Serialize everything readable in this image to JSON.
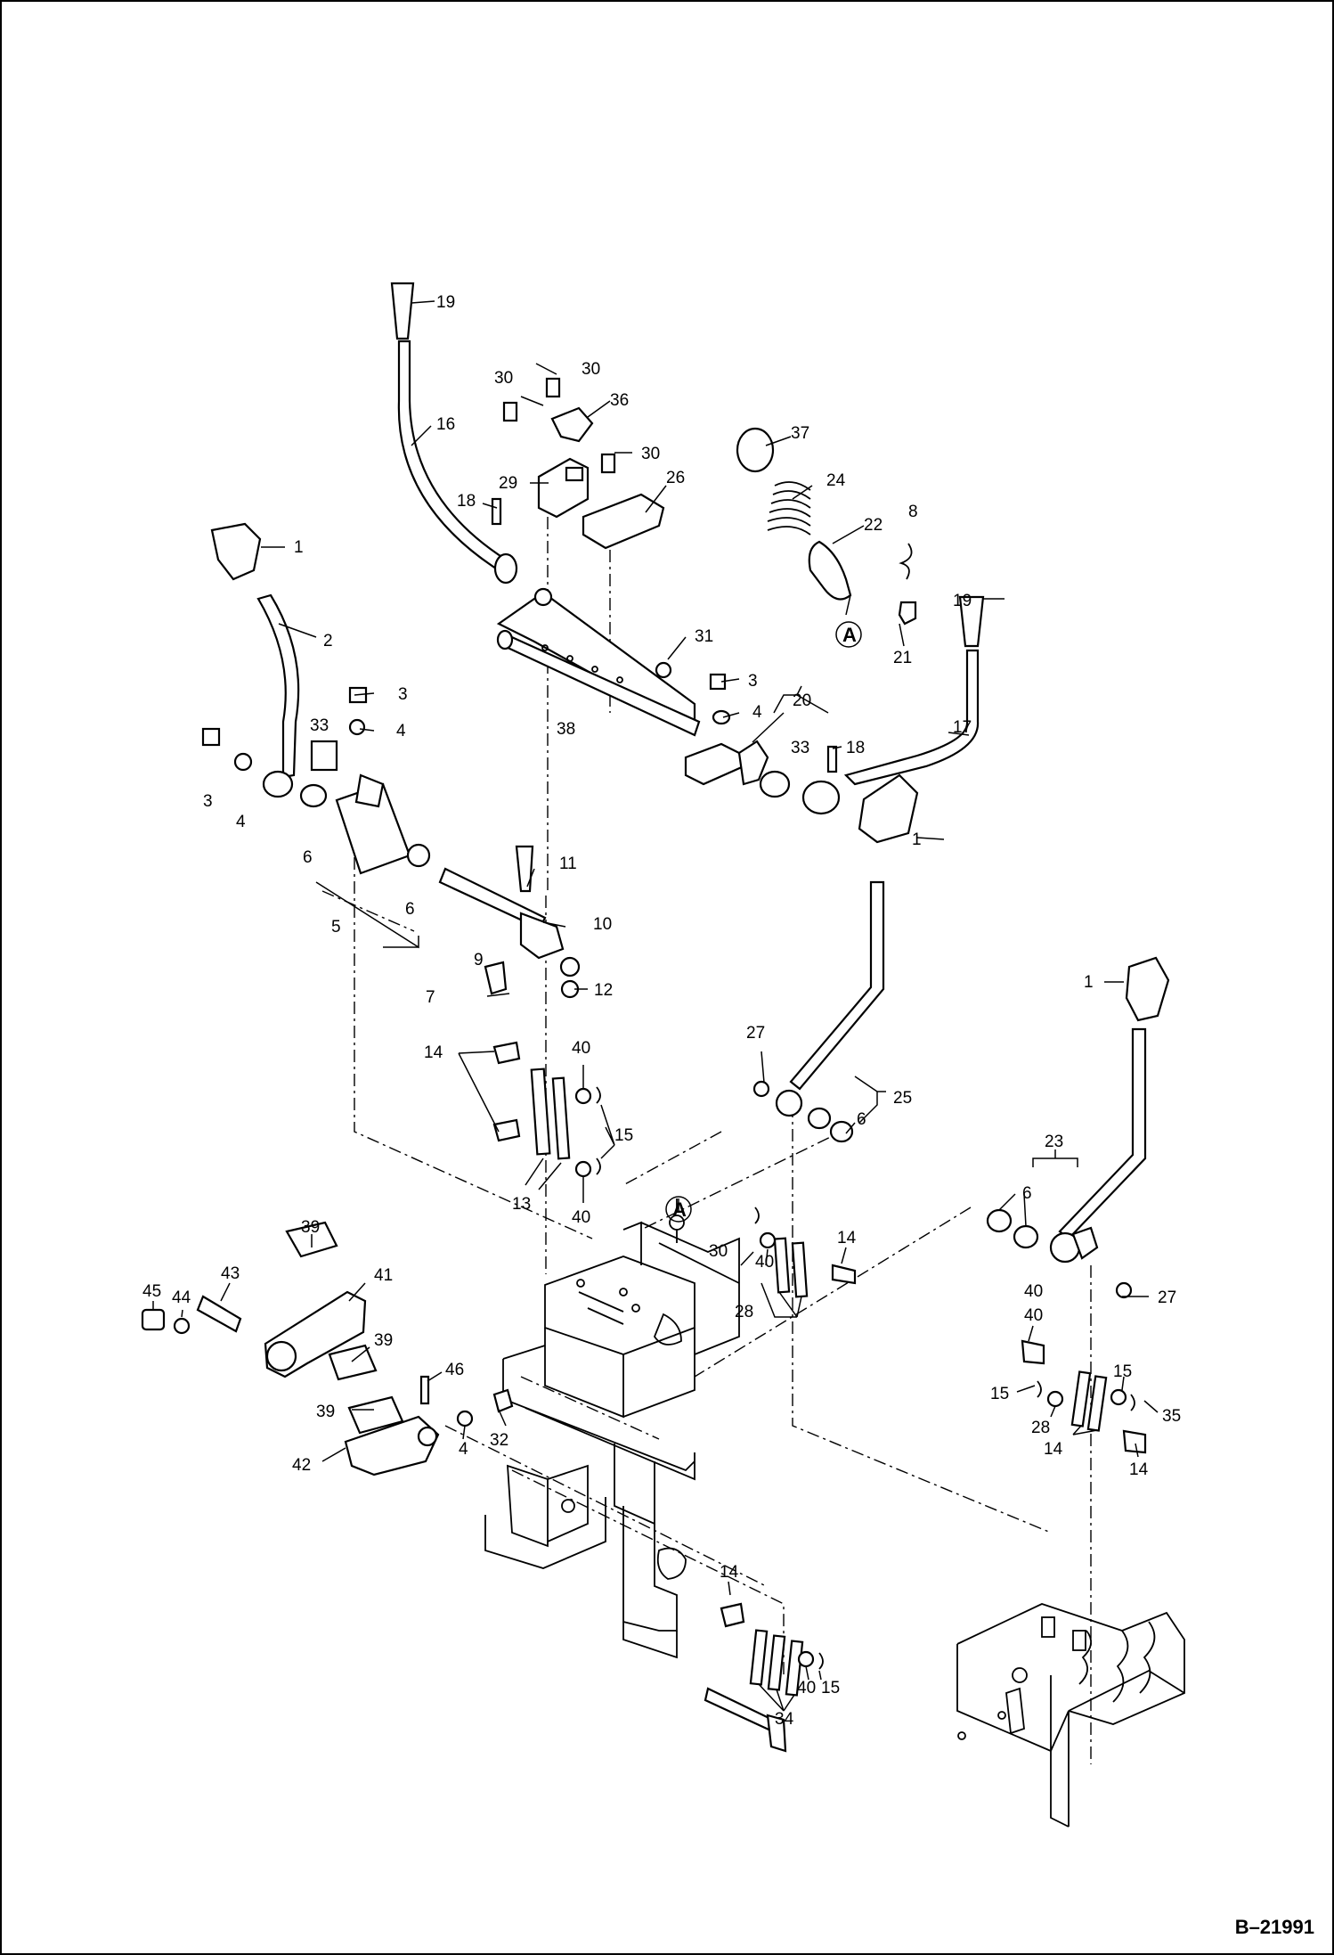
{
  "drawing": {
    "reference": "B–21991",
    "callouts": [
      {
        "id": "c19a",
        "text": "19"
      },
      {
        "id": "c16",
        "text": "16"
      },
      {
        "id": "c30a",
        "text": "30"
      },
      {
        "id": "c30b",
        "text": "30"
      },
      {
        "id": "c36",
        "text": "36"
      },
      {
        "id": "c30c",
        "text": "30"
      },
      {
        "id": "c29",
        "text": "29"
      },
      {
        "id": "c26",
        "text": "26"
      },
      {
        "id": "c18a",
        "text": "18"
      },
      {
        "id": "c37",
        "text": "37"
      },
      {
        "id": "c24",
        "text": "24"
      },
      {
        "id": "c8",
        "text": "8"
      },
      {
        "id": "c22",
        "text": "22"
      },
      {
        "id": "cA1",
        "text": "A"
      },
      {
        "id": "c21",
        "text": "21"
      },
      {
        "id": "c19b",
        "text": "19"
      },
      {
        "id": "c1a",
        "text": "1"
      },
      {
        "id": "c2",
        "text": "2"
      },
      {
        "id": "c31",
        "text": "31"
      },
      {
        "id": "c3a",
        "text": "3"
      },
      {
        "id": "c3b",
        "text": "3"
      },
      {
        "id": "c4a",
        "text": "4"
      },
      {
        "id": "c3c",
        "text": "3"
      },
      {
        "id": "c4b",
        "text": "4"
      },
      {
        "id": "c33a",
        "text": "33"
      },
      {
        "id": "c4c",
        "text": "4"
      },
      {
        "id": "c38",
        "text": "38"
      },
      {
        "id": "c20",
        "text": "20"
      },
      {
        "id": "c33b",
        "text": "33"
      },
      {
        "id": "c18b",
        "text": "18"
      },
      {
        "id": "c17",
        "text": "17"
      },
      {
        "id": "c1b",
        "text": "1"
      },
      {
        "id": "c6a",
        "text": "6"
      },
      {
        "id": "c5",
        "text": "5"
      },
      {
        "id": "c6b",
        "text": "6"
      },
      {
        "id": "c11",
        "text": "11"
      },
      {
        "id": "c9",
        "text": "9"
      },
      {
        "id": "c10",
        "text": "10"
      },
      {
        "id": "c7",
        "text": "7"
      },
      {
        "id": "c12",
        "text": "12"
      },
      {
        "id": "c1c",
        "text": "1"
      },
      {
        "id": "c27a",
        "text": "27"
      },
      {
        "id": "c14a",
        "text": "14"
      },
      {
        "id": "c40a",
        "text": "40"
      },
      {
        "id": "c25",
        "text": "25"
      },
      {
        "id": "c6c",
        "text": "6"
      },
      {
        "id": "c15a",
        "text": "15"
      },
      {
        "id": "c13",
        "text": "13"
      },
      {
        "id": "c40b",
        "text": "40"
      },
      {
        "id": "cA2",
        "text": "A"
      },
      {
        "id": "c23",
        "text": "23"
      },
      {
        "id": "c6d",
        "text": "6"
      },
      {
        "id": "c30d",
        "text": "30"
      },
      {
        "id": "c40c",
        "text": "40"
      },
      {
        "id": "c14b",
        "text": "14"
      },
      {
        "id": "c28a",
        "text": "28"
      },
      {
        "id": "c27b",
        "text": "27"
      },
      {
        "id": "c45",
        "text": "45"
      },
      {
        "id": "c44",
        "text": "44"
      },
      {
        "id": "c43",
        "text": "43"
      },
      {
        "id": "c39a",
        "text": "39"
      },
      {
        "id": "c41",
        "text": "41"
      },
      {
        "id": "c39b",
        "text": "39"
      },
      {
        "id": "c46",
        "text": "46"
      },
      {
        "id": "c39c",
        "text": "39"
      },
      {
        "id": "c32",
        "text": "32"
      },
      {
        "id": "c4d",
        "text": "4"
      },
      {
        "id": "c42",
        "text": "42"
      },
      {
        "id": "c14c",
        "text": "14"
      },
      {
        "id": "c40d",
        "text": "40"
      },
      {
        "id": "c15b",
        "text": "15"
      },
      {
        "id": "c40e",
        "text": "40"
      },
      {
        "id": "c15c",
        "text": "15"
      },
      {
        "id": "c28b",
        "text": "28"
      },
      {
        "id": "c14d",
        "text": "14"
      },
      {
        "id": "c14e",
        "text": "14"
      },
      {
        "id": "c40f",
        "text": "40"
      },
      {
        "id": "c15d",
        "text": "15"
      },
      {
        "id": "c35",
        "text": "35"
      },
      {
        "id": "c34",
        "text": "34"
      }
    ]
  }
}
